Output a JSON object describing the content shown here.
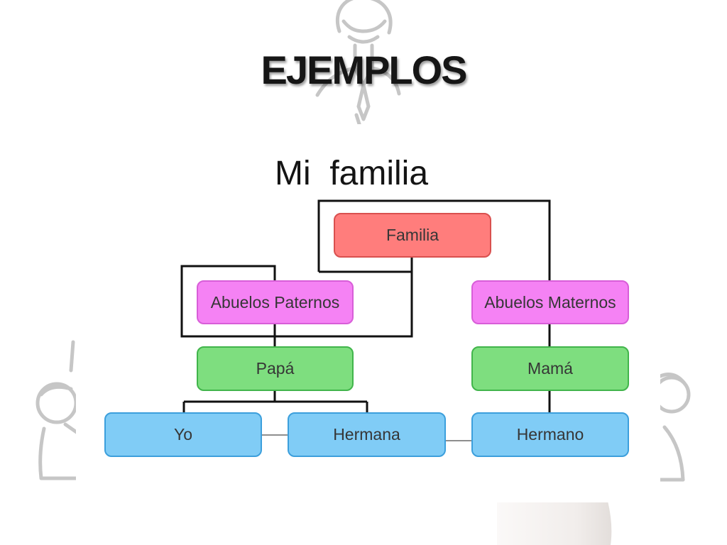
{
  "slide": {
    "title": "EJEMPLOS"
  },
  "diagram": {
    "title": "Mi  familia",
    "nodes": {
      "familia": "Familia",
      "abuelos_paternos": "Abuelos Paternos",
      "abuelos_maternos": "Abuelos Maternos",
      "papa": "Papá",
      "mama": "Mamá",
      "yo": "Yo",
      "hermana": "Hermana",
      "hermano": "Hermano"
    }
  },
  "colors": {
    "familia": "#ff7d7c",
    "abuelos": "#f582f4",
    "padres": "#7ede7f",
    "hijos": "#80ccf6",
    "connector": "#111111"
  }
}
